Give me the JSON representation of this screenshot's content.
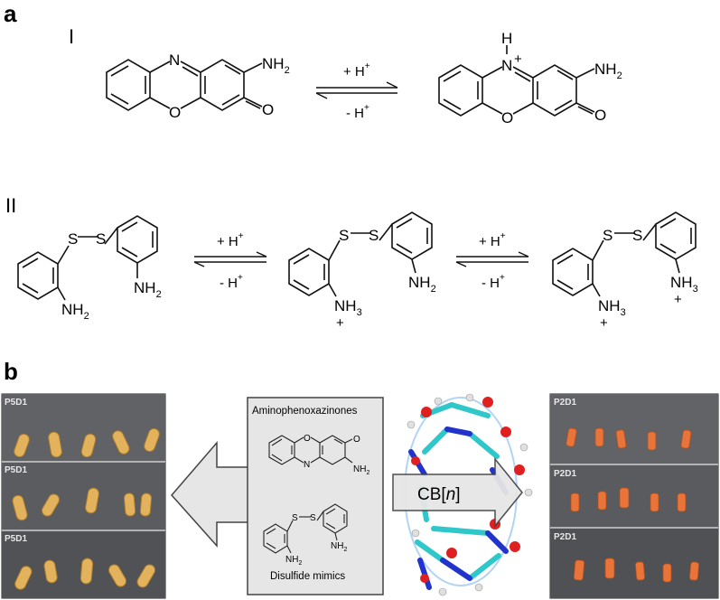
{
  "panel_labels": {
    "a": "a",
    "b": "b"
  },
  "scheme_labels": {
    "one": "I",
    "two": "II"
  },
  "scheme_I": {
    "left_molecule": {
      "n_label": "N",
      "o_label": "O",
      "amine": "NH",
      "amine_sub": "2",
      "ketone": "O"
    },
    "forward": {
      "prefix": "+ H",
      "sup": "+"
    },
    "reverse": {
      "prefix": "- H",
      "sup": "+"
    },
    "right_molecule": {
      "h_label": "H",
      "n_label": "N",
      "n_charge": "+",
      "o_label": "O",
      "amine": "NH",
      "amine_sub": "2",
      "ketone": "O"
    }
  },
  "scheme_II": {
    "mol1": {
      "s1": "S",
      "s2": "S",
      "amine_a": "NH",
      "amine_a_sub": "2",
      "amine_b": "NH",
      "amine_b_sub": "2"
    },
    "step1": {
      "fwd": "+ H",
      "fwd_sup": "+",
      "rev": "- H",
      "rev_sup": "+"
    },
    "mol2": {
      "s1": "S",
      "s2": "S",
      "amine_a": "NH",
      "amine_a_sub": "3",
      "amine_a_charge": "+",
      "amine_b": "NH",
      "amine_b_sub": "2"
    },
    "step2": {
      "fwd": "+ H",
      "fwd_sup": "+",
      "rev": "- H",
      "rev_sup": "+"
    },
    "mol3": {
      "s1": "S",
      "s2": "S",
      "amine_a": "NH",
      "amine_a_sub": "3",
      "amine_a_charge": "+",
      "amine_b": "NH",
      "amine_b_sub": "3",
      "amine_b_charge": "+"
    }
  },
  "panel_b": {
    "left_photo_tags": [
      "P5D1",
      "P5D1",
      "P5D1"
    ],
    "right_photo_tags": [
      "P2D1",
      "P2D1",
      "P2D1"
    ],
    "mid_box": {
      "title_top": "Aminophenoxazinones",
      "title_bottom": "Disulfide mimics",
      "mini_o": "O",
      "mini_n": "N",
      "mini_ketone": "O",
      "mini_amine": "NH",
      "mini_amine_sub": "2",
      "mini_s1": "S",
      "mini_s2": "S",
      "mini_amine_a": "NH",
      "mini_amine_a_sub": "2",
      "mini_amine_b": "NH",
      "mini_amine_b_sub": "2"
    },
    "cb_label": {
      "prefix": "CB[",
      "italic": "n",
      "suffix": "]"
    }
  },
  "colors": {
    "bond": "#111111",
    "arrow_fill": "#e6e6e6",
    "photo_bg": "#55575a",
    "seed_color": "#e3b25c",
    "treated_color": "#e8743a",
    "mol_carbon": "#2fc7c9",
    "mol_nitrogen": "#2233cc",
    "mol_oxygen": "#e02020",
    "mol_hydrogen": "#e0e0e0"
  }
}
